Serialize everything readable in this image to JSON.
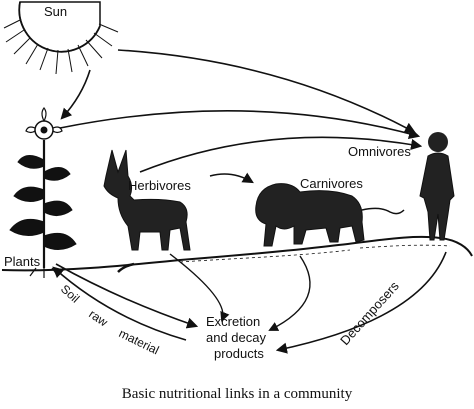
{
  "diagram": {
    "nodes": {
      "sun": "Sun",
      "plants": "Plants",
      "herbivores": "Herbivores",
      "carnivores": "Carnivores",
      "omnivores": "Omnivores",
      "excretion_line1": "Excretion",
      "excretion_line2": "and decay",
      "excretion_line3": "products",
      "decomposers": "Decomposers",
      "soil_word1": "Soil",
      "soil_word2": "raw",
      "soil_word3": "material"
    },
    "caption": "Basic nutritional links in a community",
    "colors": {
      "ink": "#111111",
      "background": "#ffffff"
    }
  }
}
